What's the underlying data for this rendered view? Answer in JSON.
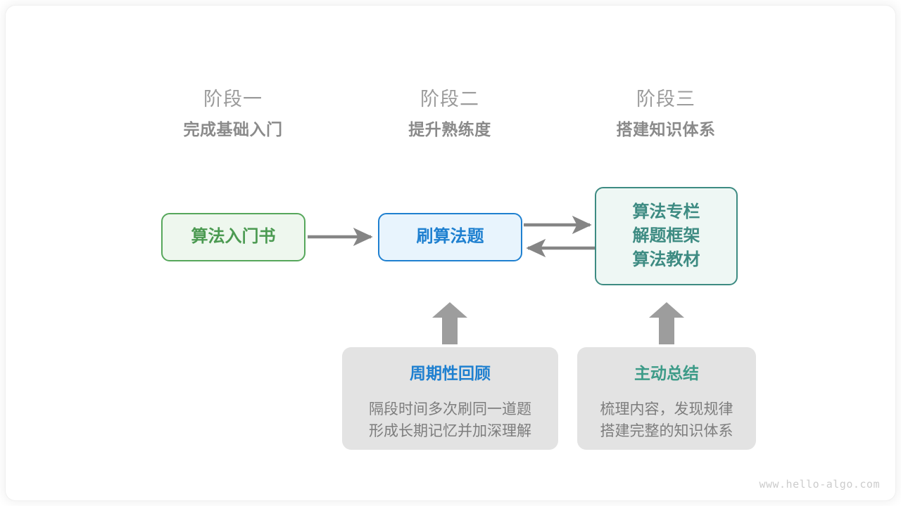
{
  "diagram": {
    "background_color": "#ffffff",
    "watermark": "www.hello-algo.com",
    "colors": {
      "green": "#4b9a51",
      "green_border": "#56a75b",
      "green_fill": "#eef7ee",
      "blue": "#1f80d0",
      "blue_fill": "#e8f4fd",
      "teal": "#3d8b82",
      "teal_fill": "#eef7f4",
      "gray_arrow": "#858585",
      "gray_box": "#e3e3e3",
      "gray_text": "#7d7d7d",
      "header_phase": "#9b9b9b",
      "header_title": "#8a8a8a"
    },
    "stages": [
      {
        "phase": "阶段一",
        "title": "完成基础入门"
      },
      {
        "phase": "阶段二",
        "title": "提升熟练度"
      },
      {
        "phase": "阶段三",
        "title": "搭建知识体系"
      }
    ],
    "nodes": [
      {
        "id": "intro-book",
        "lines": [
          "算法入门书"
        ],
        "style": "green"
      },
      {
        "id": "practice-problems",
        "lines": [
          "刷算法题"
        ],
        "style": "blue"
      },
      {
        "id": "advanced-resources",
        "lines": [
          "算法专栏",
          "解题框架",
          "算法教材"
        ],
        "style": "teal"
      }
    ],
    "tips": [
      {
        "id": "periodic-review",
        "title": "周期性回顾",
        "title_color": "blue",
        "body_lines": [
          "隔段时间多次刷同一道题",
          "形成长期记忆并加深理解"
        ]
      },
      {
        "id": "active-summary",
        "title": "主动总结",
        "title_color": "teal",
        "body_lines": [
          "梳理内容，发现规律",
          "搭建完整的知识体系"
        ]
      }
    ],
    "connectors": [
      {
        "id": "book-to-practice",
        "from": "intro-book",
        "to": "practice-problems",
        "direction": "right"
      },
      {
        "id": "practice-to-resources",
        "from": "practice-problems",
        "to": "advanced-resources",
        "direction": "right"
      },
      {
        "id": "resources-to-practice",
        "from": "advanced-resources",
        "to": "practice-problems",
        "direction": "left"
      },
      {
        "id": "review-to-practice",
        "from": "periodic-review",
        "to": "practice-problems",
        "direction": "up"
      },
      {
        "id": "summary-to-resources",
        "from": "active-summary",
        "to": "advanced-resources",
        "direction": "up"
      }
    ]
  }
}
